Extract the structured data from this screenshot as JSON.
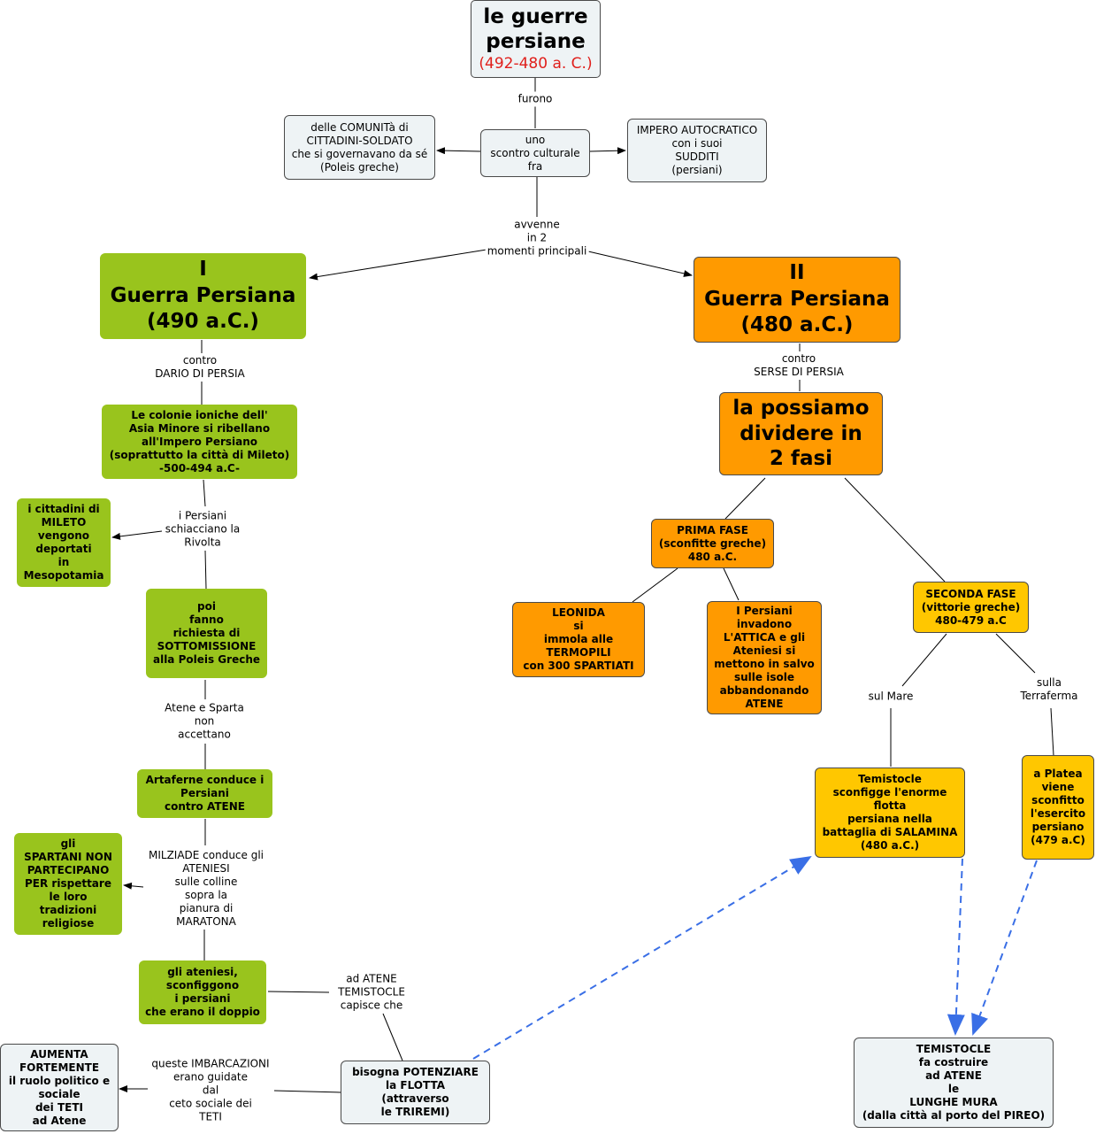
{
  "nodes": {
    "title": {
      "main": "le guerre\npersiane",
      "sub": "(492-480 a. C.)"
    },
    "scontro": "uno\nscontro culturale\nfra",
    "comunita": "delle  COMUNITà di\nCITTADINI-SOLDATO\nche si governavano da sé\n(Poleis greche)",
    "impero": "IMPERO AUTOCRATICO\ncon i suoi\nSUDDITI\n(persiani)",
    "guerra1": "I\nGuerra Persiana\n(490 a.C.)",
    "guerra2": "II\nGuerra Persiana\n(480 a.C.)",
    "colonie": "Le colonie ioniche dell'\nAsia Minore si ribellano\nall'Impero Persiano\n(soprattutto la città di Mileto)\n-500-494 a.C-",
    "mileto": "i cittadini di\nMILETO\nvengono\ndeportati\nin\nMesopotamia",
    "sottomissione": "poi\nfanno\nrichiesta di\nSOTTOMISSIONE\nalla Poleis Greche",
    "artaferne": "Artaferne conduce i\nPersiani\ncontro ATENE",
    "spartani": "gli\nSPARTANI NON\nPARTECIPANO\nPER rispettare\nle loro\ntradizioni\nreligiose",
    "ateniesi": "gli ateniesi,\nsconfiggono\ni persiani\nche erano il doppio",
    "potenziare": "bisogna POTENZIARE\nla FLOTTA\n(attraverso\nle TRIREMI)",
    "teti": "AUMENTA\nFORTEMENTE\nil ruolo politico e\nsociale\ndei TETI\nad Atene",
    "fasi": "la possiamo\ndividere in\n2 fasi",
    "prima": "PRIMA FASE\n(sconfitte greche)\n480 a.C.",
    "leonida": "LEONIDA\nsi\nimmola alle\nTERMOPILI\ncon 300 SPARTIATI",
    "attica": "I Persiani\ninvadono\nL'ATTICA e gli\nAteniesi si\nmettono in salvo\nsulle isole\nabbandonando\nATENE",
    "seconda": "SECONDA FASE\n(vittorie greche)\n480-479 a.C",
    "salamina": "Temistocle\nsconfigge l'enorme\nflotta\npersiana nella\nbattaglia di SALAMINA\n(480 a.C.)",
    "platea": "a Platea\nviene\nsconfitto\nl'esercito\npersiano\n(479 a.C)",
    "mura": "TEMISTOCLE\nfa costruire\nad ATENE\nle\nLUNGHE MURA\n(dalla città al porto del PIREO)"
  },
  "labels": {
    "furono": "furono",
    "avvenne": "avvenne\nin 2\nmomenti principali",
    "dario": "contro\nDARIO DI PERSIA",
    "serse": "contro\nSERSE DI PERSIA",
    "schiacciano": "i Persiani\nschiacciano la\nRivolta",
    "nonaccettano": "Atene e Sparta\nnon\naccettano",
    "milziade": "MILZIADE conduce gli\nATENIESI\nsulle colline\nsopra la\npianura di\nMARATONA",
    "capisce": "ad ATENE\nTEMISTOCLE\ncapisce che",
    "imbarcazioni": "queste IMBARCAZIONI\nerano guidate\ndal\nceto sociale dei\nTETI",
    "mare": "sul Mare",
    "terraferma": "sulla\nTerraferma"
  },
  "colors": {
    "green": "#99c41d",
    "orange": "#ff9a00",
    "yellow": "#ffc700",
    "pale": "#eef3f5",
    "red_text": "#e0201c",
    "dashed_arrow": "#3a6fe6"
  }
}
